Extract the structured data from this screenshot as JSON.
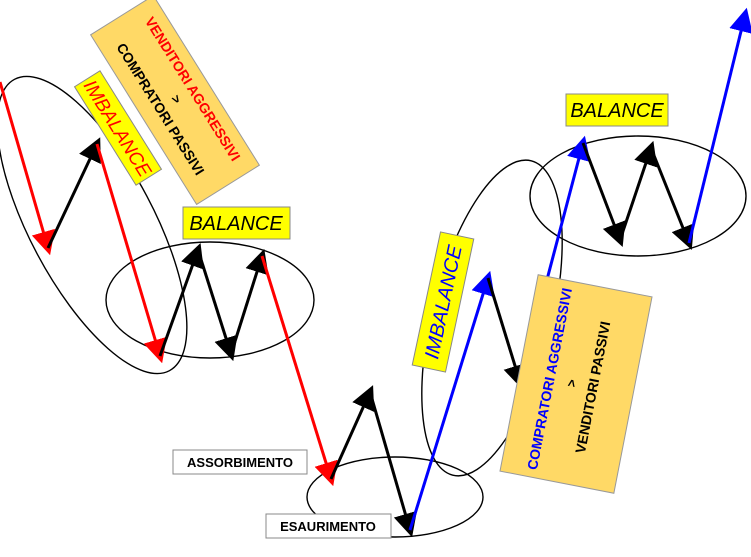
{
  "colors": {
    "seller_arrow": "#ff0000",
    "buyer_arrow": "#0000ff",
    "swing_arrow": "#000000",
    "yellow_box": "#ffff00",
    "orange_box": "#ffd966",
    "red_text": "#ff0000",
    "blue_text": "#0000ff"
  },
  "labels": {
    "imbalance_left": "IMBALANCE",
    "balance_left": "BALANCE",
    "sellers_aggressive": "VENDITORI AGGRESSIVI",
    "gt_left": ">",
    "buyers_passive": "COMPRATORI PASSIVI",
    "assorbimento": "ASSORBIMENTO",
    "esaurimento": "ESAURIMENTO",
    "imbalance_right": "IMBALANCE",
    "balance_right": "BALANCE",
    "buyers_aggressive": "COMPRATORI AGGRESSIVI",
    "gt_right": ">",
    "sellers_passive": "VENDITORI PASSIVI"
  }
}
